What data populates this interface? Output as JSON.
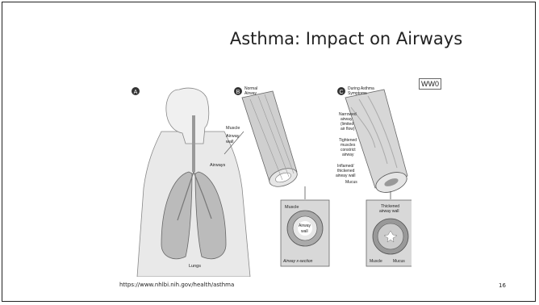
{
  "slide": {
    "title": "Asthma: Impact on Airways",
    "comment_tag": "WW0",
    "source_url": "https://www.nhlbi.nih.gov/health/asthma",
    "page_number": "16"
  },
  "figure": {
    "panel_a": "A",
    "panel_b": "B",
    "panel_b_title_1": "Normal",
    "panel_b_title_2": "Airway",
    "panel_c": "C",
    "panel_c_title_1": "During Asthma",
    "panel_c_title_2": "Symptoms",
    "label_muscle": "Muscle",
    "label_airway": "Airway",
    "label_wall": "wall",
    "label_airways": "Airways",
    "label_lungs": "Lungs",
    "label_narrowed": "Narrowed",
    "label_narrowed_2": "airway",
    "label_narrowed_3": "(limited",
    "label_narrowed_4": "air flow)",
    "label_tightened": "Tightened",
    "label_tightened_2": "muscles",
    "label_tightened_3": "constrict",
    "label_tightened_4": "airway",
    "label_inflamed": "Inflamed/",
    "label_inflamed_2": "thickened",
    "label_inflamed_3": "airway wall",
    "label_mucus": "Mucus",
    "xs_muscle": "Muscle",
    "xs_airway": "Airway",
    "xs_wall": "wall",
    "xs_caption": "Airway x-section",
    "thick_wall_1": "Thickened",
    "thick_wall_2": "airway wall",
    "xs2_muscle": "Muscle",
    "xs2_mucus": "Mucus"
  }
}
